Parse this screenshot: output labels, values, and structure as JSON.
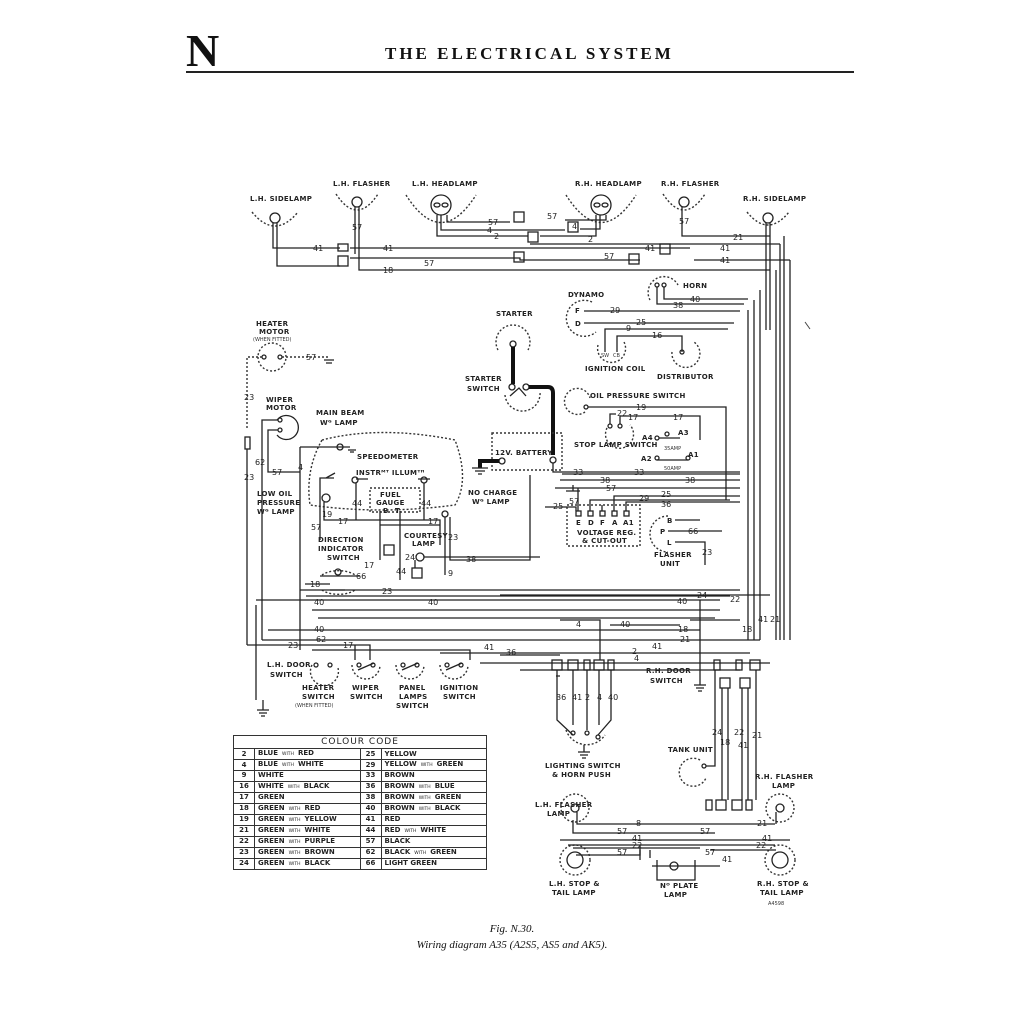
{
  "header": {
    "chapter_letter": "N",
    "title": "THE ELECTRICAL SYSTEM"
  },
  "components": {
    "lh_sidelamp": "L.H. SIDELAMP",
    "lh_flasher": "L.H. FLASHER",
    "lh_headlamp": "L.H. HEADLAMP",
    "rh_headlamp": "R.H. HEADLAMP",
    "rh_flasher": "R.H. FLASHER",
    "rh_sidelamp": "R.H. SIDELAMP",
    "horn": "HORN",
    "dynamo": "DYNAMO",
    "dynamo_f": "F",
    "dynamo_d": "D",
    "ignition_coil": "IGNITION COIL",
    "coil_sw": "SW",
    "coil_cb": "CB",
    "distributor": "DISTRIBUTOR",
    "starter": "STARTER",
    "starter_switch_1": "STARTER",
    "starter_switch_2": "SWITCH",
    "heater_motor_1": "HEATER",
    "heater_motor_2": "MOTOR",
    "heater_motor_3": "(WHEN FITTED)",
    "wiper_motor_1": "WIPER",
    "wiper_motor_2": "MOTOR",
    "main_beam_1": "MAIN BEAM",
    "main_beam_2": "Wᴳ LAMP",
    "speedometer": "SPEEDOMETER",
    "instr_illum": "INSTRᴹᵀ ILLUMᵀᴴ",
    "fuel_gauge_1": "FUEL",
    "fuel_gauge_2": "GAUGE",
    "fuel_gauge_b": "B",
    "fuel_gauge_t": "T",
    "battery": "12V. BATTERY",
    "oil_pressure_switch": "OIL PRESSURE SWITCH",
    "stop_lamp_switch": "STOP LAMP SWITCH",
    "fuse_a4": "A4",
    "fuse_a3": "A3",
    "fuse_a2": "A2",
    "fuse_a1": "A1",
    "fuse_35": "35AMP",
    "fuse_50": "50AMP",
    "low_oil_1": "LOW OIL",
    "low_oil_2": "PRESSURE",
    "low_oil_3": "Wᴳ LAMP",
    "no_charge_1": "NO CHARGE",
    "no_charge_2": "Wᴳ LAMP",
    "dir_ind_1": "DIRECTION",
    "dir_ind_2": "INDICATOR",
    "dir_ind_3": "SWITCH",
    "courtesy_1": "COURTESY",
    "courtesy_2": "LAMP",
    "vreg_terms": [
      "E",
      "D",
      "F",
      "A",
      "A1"
    ],
    "vreg_1": "VOLTAGE REG.",
    "vreg_2": "& CUT-OUT",
    "flasher_b": "B",
    "flasher_p": "P",
    "flasher_l": "L",
    "flasher_unit_1": "FLASHER",
    "flasher_unit_2": "UNIT",
    "lh_door_1": "L.H. DOOR",
    "lh_door_2": "SWITCH",
    "heater_sw_1": "HEATER",
    "heater_sw_2": "SWITCH",
    "heater_sw_3": "(WHEN FITTED)",
    "wiper_sw_1": "WIPER",
    "wiper_sw_2": "SWITCH",
    "panel_1": "PANEL",
    "panel_2": "LAMPS",
    "panel_3": "SWITCH",
    "ign_sw_1": "IGNITION",
    "ign_sw_2": "SWITCH",
    "rh_door_1": "R.H. DOOR",
    "rh_door_2": "SWITCH",
    "lighting_1": "LIGHTING SWITCH",
    "lighting_2": "& HORN PUSH",
    "tank_unit": "TANK UNIT",
    "lh_flasher_lamp_1": "L.H. FLASHER",
    "lh_flasher_lamp_2": "LAMP",
    "rh_flasher_lamp_1": "R.H. FLASHER",
    "rh_flasher_lamp_2": "LAMP",
    "lh_stop_1": "L.H. STOP &",
    "lh_stop_2": "TAIL LAMP",
    "no_plate_1": "Nᴼ PLATE",
    "no_plate_2": "LAMP",
    "rh_stop_1": "R.H. STOP &",
    "rh_stop_2": "TAIL LAMP",
    "drawing_ref": "A4598"
  },
  "wire_numbers": {
    "front_41a": "41",
    "front_41b": "41",
    "front_57a": "57",
    "front_57b": "57",
    "front_57c": "57",
    "front_57d": "57",
    "front_4a": "4",
    "front_4b": "4",
    "front_2a": "2",
    "front_2b": "2",
    "front_18": "18",
    "front_41c": "41",
    "front_41d": "41",
    "front_41e": "41",
    "front_21": "21",
    "front_57v": "57",
    "front_57rv": "57",
    "horn_40": "40",
    "horn_38": "38",
    "dyn_29": "29",
    "dyn_25": "25",
    "coil_9": "9",
    "coil_16": "16",
    "oil_19": "19",
    "stop_22": "22",
    "stop_17a": "17",
    "stop_17b": "17",
    "bat_33a": "33",
    "bat_33b": "33",
    "bat_38a": "38",
    "bat_38b": "38",
    "vr_57": "57",
    "vr_57v": "57",
    "vr_25a": "25",
    "vr_25b": "25",
    "vr_29": "29",
    "vr_36": "36",
    "fl_66": "66",
    "fl_23": "23",
    "heater_57": "57",
    "heater_23": "23",
    "wiper_62": "62",
    "wiper_23": "23",
    "wiper_57": "57",
    "dash_4": "4",
    "dash_57": "57",
    "dash_17a": "17",
    "dash_17b": "17",
    "dash_19": "19",
    "dash_44a": "44",
    "dash_44b": "44",
    "dash_44c": "44",
    "dash_24": "24",
    "nc_23": "23",
    "nc_38": "38",
    "di_66": "66",
    "di_18": "18",
    "di_40a": "40",
    "di_40b": "40",
    "di_23": "23",
    "di_17": "17",
    "di_9": "9",
    "sw_23": "23",
    "sw_62": "62",
    "sw_17": "17",
    "sw_41": "41",
    "sw_36": "36",
    "sw_40": "40",
    "r_24": "24",
    "r_40": "40",
    "r_22": "22",
    "r_4": "4",
    "r_40b": "40",
    "r_18a": "18",
    "r_18b": "18",
    "r_21": "21",
    "r_41": "41",
    "r_2": "2",
    "r_4b": "4",
    "r_41v": "41",
    "r_21v": "21",
    "ls_36": "36",
    "ls_41": "41",
    "ls_2": "2",
    "ls_4": "4",
    "ls_40": "40",
    "rv_24": "24",
    "rv_18": "18",
    "rv_22": "22",
    "rv_41": "41",
    "rv_21": "21",
    "rear_8": "8",
    "rear_57a": "57",
    "rear_57b": "57",
    "rear_41a": "41",
    "rear_41b": "41",
    "rear_22a": "22",
    "rear_22b": "22",
    "rear_57c": "57",
    "rear_57d": "57",
    "rear_41c": "41",
    "rear_21": "21"
  },
  "colour_code": {
    "title": "COLOUR CODE",
    "with_word": "WITH",
    "rows": [
      {
        "left": {
          "num": "2",
          "base": "BLUE",
          "tracer": "RED"
        },
        "right": {
          "num": "25",
          "base": "YELLOW",
          "tracer": ""
        }
      },
      {
        "left": {
          "num": "4",
          "base": "BLUE",
          "tracer": "WHITE"
        },
        "right": {
          "num": "29",
          "base": "YELLOW",
          "tracer": "GREEN"
        }
      },
      {
        "left": {
          "num": "9",
          "base": "WHITE",
          "tracer": ""
        },
        "right": {
          "num": "33",
          "base": "BROWN",
          "tracer": ""
        }
      },
      {
        "left": {
          "num": "16",
          "base": "WHITE",
          "tracer": "BLACK"
        },
        "right": {
          "num": "36",
          "base": "BROWN",
          "tracer": "BLUE"
        }
      },
      {
        "left": {
          "num": "17",
          "base": "GREEN",
          "tracer": ""
        },
        "right": {
          "num": "38",
          "base": "BROWN",
          "tracer": "GREEN"
        }
      },
      {
        "left": {
          "num": "18",
          "base": "GREEN",
          "tracer": "RED"
        },
        "right": {
          "num": "40",
          "base": "BROWN",
          "tracer": "BLACK"
        }
      },
      {
        "left": {
          "num": "19",
          "base": "GREEN",
          "tracer": "YELLOW"
        },
        "right": {
          "num": "41",
          "base": "RED",
          "tracer": ""
        }
      },
      {
        "left": {
          "num": "21",
          "base": "GREEN",
          "tracer": "WHITE"
        },
        "right": {
          "num": "44",
          "base": "RED",
          "tracer": "WHITE"
        }
      },
      {
        "left": {
          "num": "22",
          "base": "GREEN",
          "tracer": "PURPLE"
        },
        "right": {
          "num": "57",
          "base": "BLACK",
          "tracer": ""
        }
      },
      {
        "left": {
          "num": "23",
          "base": "GREEN",
          "tracer": "BROWN"
        },
        "right": {
          "num": "62",
          "base": "BLACK",
          "tracer": "GREEN"
        }
      },
      {
        "left": {
          "num": "24",
          "base": "GREEN",
          "tracer": "BLACK"
        },
        "right": {
          "num": "66",
          "base": "LIGHT GREEN",
          "tracer": ""
        }
      }
    ]
  },
  "caption": {
    "figure": "Fig. N.30.",
    "description": "Wiring diagram A35 (A2S5, AS5 and AK5)."
  }
}
